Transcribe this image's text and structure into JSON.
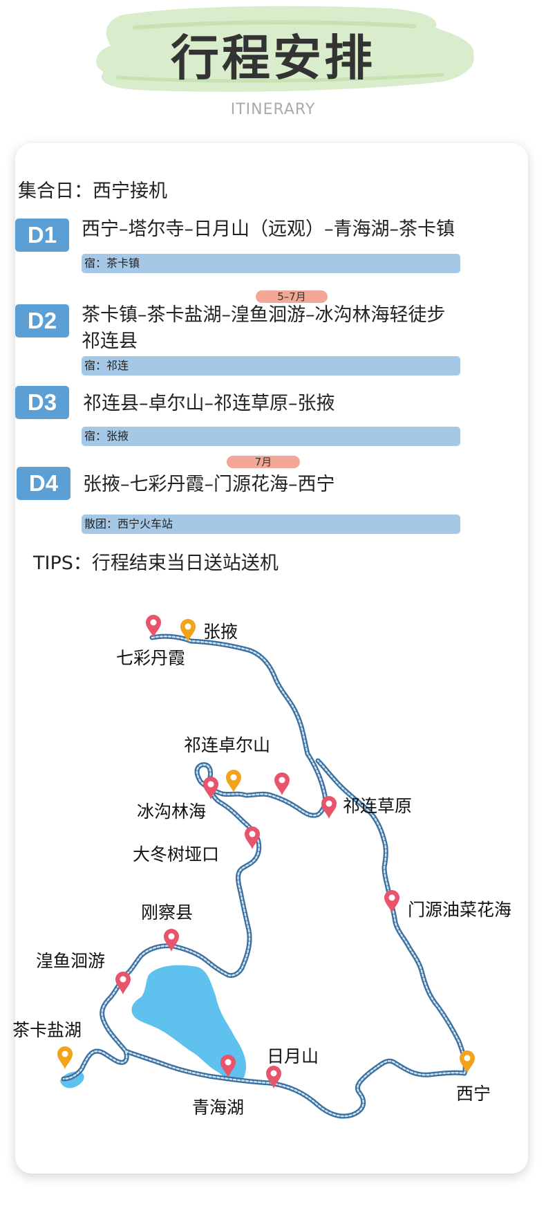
{
  "header": {
    "title": "行程安排",
    "subtitle": "ITINERARY"
  },
  "gather": "集合日：西宁接机",
  "days": [
    {
      "badge": "D1",
      "route": "西宁–塔尔寺–日月山（远观）–青海湖–茶卡镇",
      "route2": "",
      "stay": "宿：茶卡镇",
      "pill": ""
    },
    {
      "badge": "D2",
      "route": "茶卡镇–茶卡盐湖–湟鱼洄游–冰沟林海轻徒步",
      "route2": "祁连县",
      "stay": "宿：祁连",
      "pill": "5–7月"
    },
    {
      "badge": "D3",
      "route": "祁连县–卓尔山–祁连草原–张掖",
      "route2": "",
      "stay": "宿：张掖",
      "pill": ""
    },
    {
      "badge": "D4",
      "route": "张掖–七彩丹霞–门源花海–西宁",
      "route2": "",
      "stay": "散团：西宁火车站",
      "pill": "7月"
    }
  ],
  "tips": "TIPS：行程结束当日送站送机",
  "map": {
    "labels": {
      "zhangye": "张掖",
      "danxia": "七彩丹霞",
      "zhuoershan": "祁连卓尔山",
      "binggou": "冰沟林海",
      "dadongshu": "大冬树垭口",
      "qilian_grassland": "祁连草原",
      "menyuan": "门源油菜花海",
      "gangcha": "刚察县",
      "huangyu": "湟鱼洄游",
      "chaka": "茶卡盐湖",
      "riyueshan": "日月山",
      "qinghaihu": "青海湖",
      "xining": "西宁"
    },
    "colors": {
      "route": "#3a6f9e",
      "lake": "#5ec1ee",
      "pin_red": "#e8546c",
      "pin_orange": "#f2a21b"
    }
  }
}
